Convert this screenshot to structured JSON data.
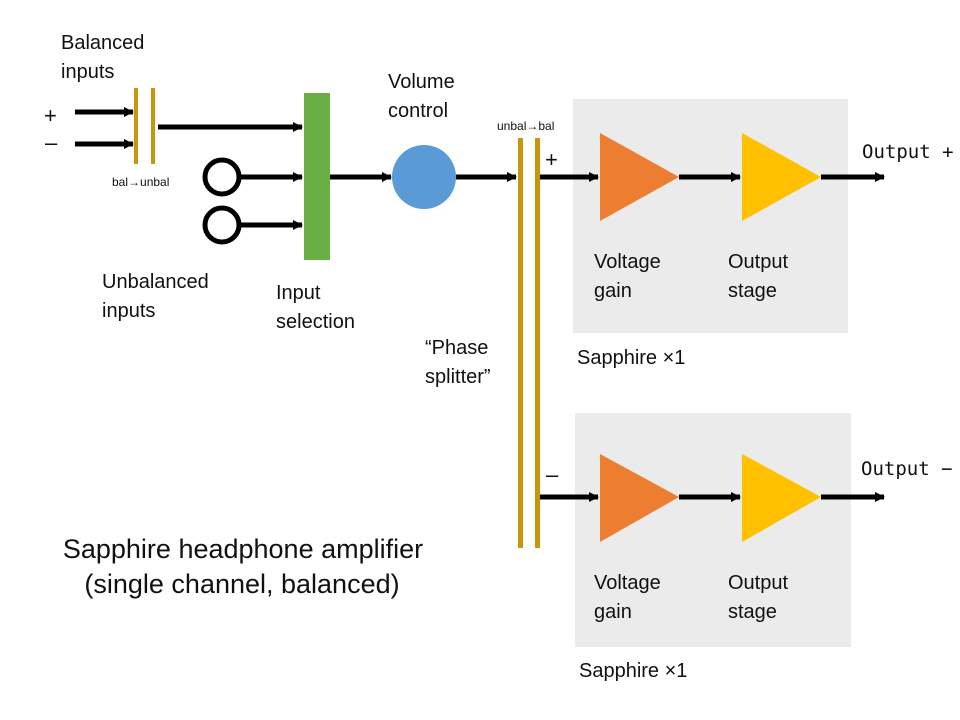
{
  "title": {
    "line1": "Sapphire headphone amplifier",
    "line2": "(single channel, balanced)"
  },
  "labels": {
    "balanced_inputs_1": "Balanced",
    "balanced_inputs_2": "inputs",
    "plus": "+",
    "minus": "–",
    "bal_unbal": "bal→unbal",
    "unbalanced_inputs_1": "Unbalanced",
    "unbalanced_inputs_2": "inputs",
    "input_selection_1": "Input",
    "input_selection_2": "selection",
    "volume_control_1": "Volume",
    "volume_control_2": "control",
    "unbal_bal": "unbal→bal",
    "phase_splitter_1": "“Phase",
    "phase_splitter_2": "splitter”",
    "output_plus": "Output +",
    "output_minus": "Output −"
  },
  "stages": [
    {
      "name": "Sapphire ×1",
      "voltage_gain_1": "Voltage",
      "voltage_gain_2": "gain",
      "output_stage_1": "Output",
      "output_stage_2": "stage"
    },
    {
      "name": "Sapphire ×1",
      "voltage_gain_1": "Voltage",
      "voltage_gain_2": "gain",
      "output_stage_1": "Output",
      "output_stage_2": "stage"
    }
  ],
  "colors": {
    "transformer": "#C8960C",
    "selector": "#6AAF45",
    "volume": "#5B9BD5",
    "voltage_gain": "#ED7D31",
    "output_stage": "#FFC000",
    "module_bg": "#EBEBEB",
    "wire": "#000000"
  }
}
